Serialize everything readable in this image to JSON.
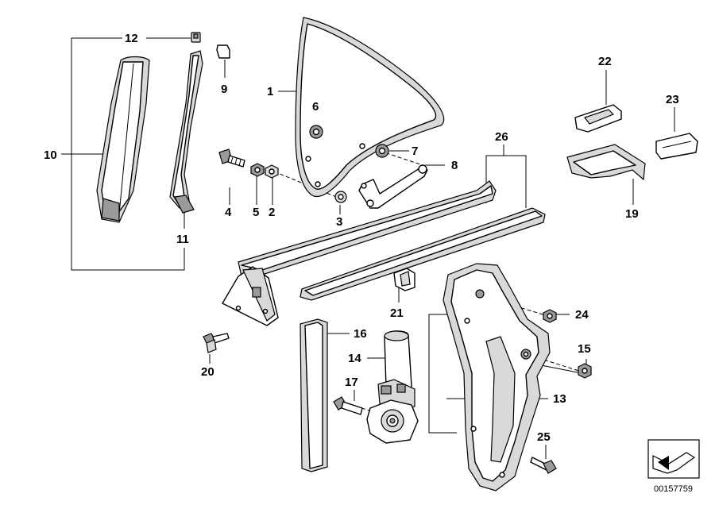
{
  "diagram": {
    "callouts": {
      "p1": "1",
      "p2": "2",
      "p3": "3",
      "p4": "4",
      "p5": "5",
      "p6": "6",
      "p7": "7",
      "p8": "8",
      "p9": "9",
      "p10": "10",
      "p11": "11",
      "p12": "12",
      "p13": "13",
      "p14": "14",
      "p15": "15",
      "p16": "16",
      "p17": "17",
      "p19": "19",
      "p20": "20",
      "p21": "21",
      "p22": "22",
      "p23": "23",
      "p24": "24",
      "p25": "25",
      "p26": "26"
    },
    "catalog_number": "00157759"
  }
}
